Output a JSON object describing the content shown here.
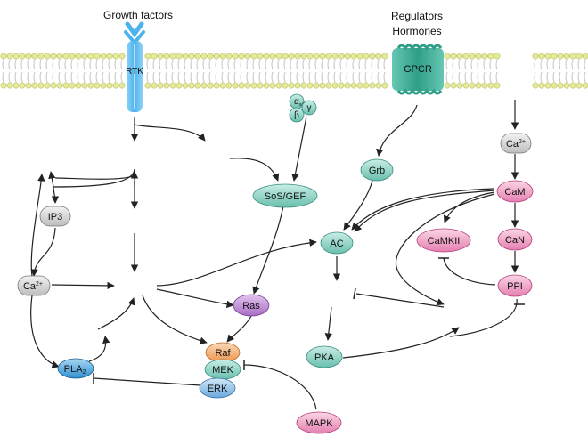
{
  "labels": {
    "growth_factors": "Growth factors",
    "regulators": "Regulators",
    "hormones": "Hormones",
    "rtk": "RTK",
    "gpcr": "GPCR"
  },
  "nodes": {
    "ca_right_base": "Ca",
    "ca_right_sup": "2+",
    "cam": "CaM",
    "camkii": "CaMKII",
    "can": "CaN",
    "ppi": "PPI",
    "grb": "Grb",
    "ac": "AC",
    "pka": "PKA",
    "sos_gef": "SoS/GEF",
    "ras": "Ras",
    "raf": "Raf",
    "mek": "MEK",
    "erk": "ERK",
    "mapk": "MAPK",
    "ip3": "IP3",
    "ca_left_base": "Ca",
    "ca_left_sup": "2+",
    "pla2_base": "PLA",
    "pla2_sub": "2",
    "g_alpha": "α",
    "g_alpha_sub": "s/i",
    "g_beta": "β",
    "g_gamma": "γ"
  },
  "colors": {
    "gray": "#d4d4d4",
    "green": "#8ed4c6",
    "pink": "#f2a8c8",
    "purple": "#c79ad8",
    "orange": "#f5b27a",
    "blue": "#9cc8e8",
    "receptor_blue": "#5bb8ea",
    "gpcr_teal": "#3aaa93",
    "membrane_head": "#e4ea98",
    "membrane_tail": "#c3c3c3"
  }
}
